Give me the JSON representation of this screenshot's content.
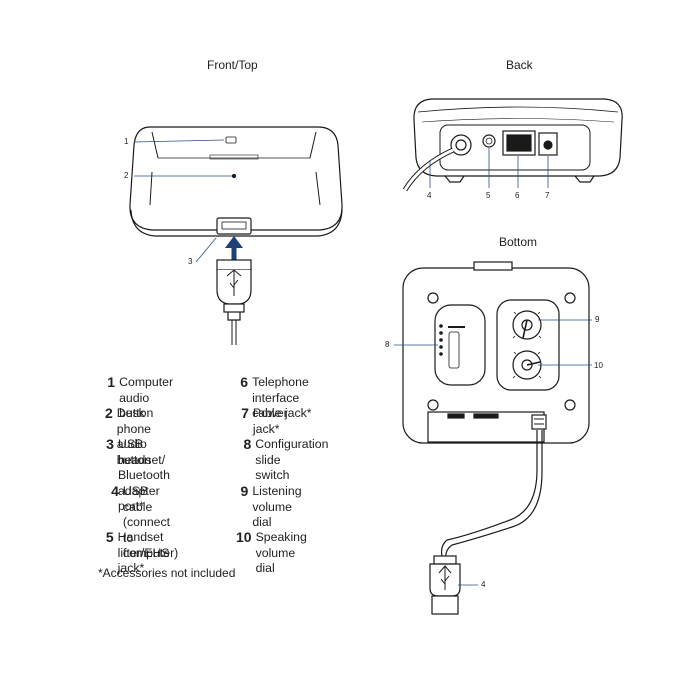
{
  "views": {
    "front_top": "Front/Top",
    "back": "Back",
    "bottom": "Bottom"
  },
  "callouts": {
    "front_1": "1",
    "front_2": "2",
    "front_3": "3",
    "back_4": "4",
    "back_5": "5",
    "back_6": "6",
    "back_7": "7",
    "bottom_8": "8",
    "bottom_9": "9",
    "bottom_10": "10",
    "bottom_4": "4"
  },
  "legend": {
    "items": [
      {
        "num": "1",
        "text": "Computer audio\nbutton"
      },
      {
        "num": "2",
        "text": "Desk phone audio\nbutton"
      },
      {
        "num": "3",
        "text": "USB headset/\nBluetooth adapter\nport*"
      },
      {
        "num": "4",
        "text": "USB cable\n(connect to\ncomputer)"
      },
      {
        "num": "5",
        "text": "Handset lifter/EHS\njack*"
      },
      {
        "num": "6",
        "text": "Telephone interface\ncable jack*"
      },
      {
        "num": "7",
        "text": "Power jack*"
      },
      {
        "num": "8",
        "text": "Configuration slide\nswitch"
      },
      {
        "num": "9",
        "text": "Listening volume\ndial"
      },
      {
        "num": "10",
        "text": "Speaking volume\ndial"
      }
    ],
    "footnote": "*Accessories not included"
  },
  "colors": {
    "line": "#1a1a1a",
    "callout_line": "#2a4f8a",
    "arrow": "#1f3f77"
  }
}
